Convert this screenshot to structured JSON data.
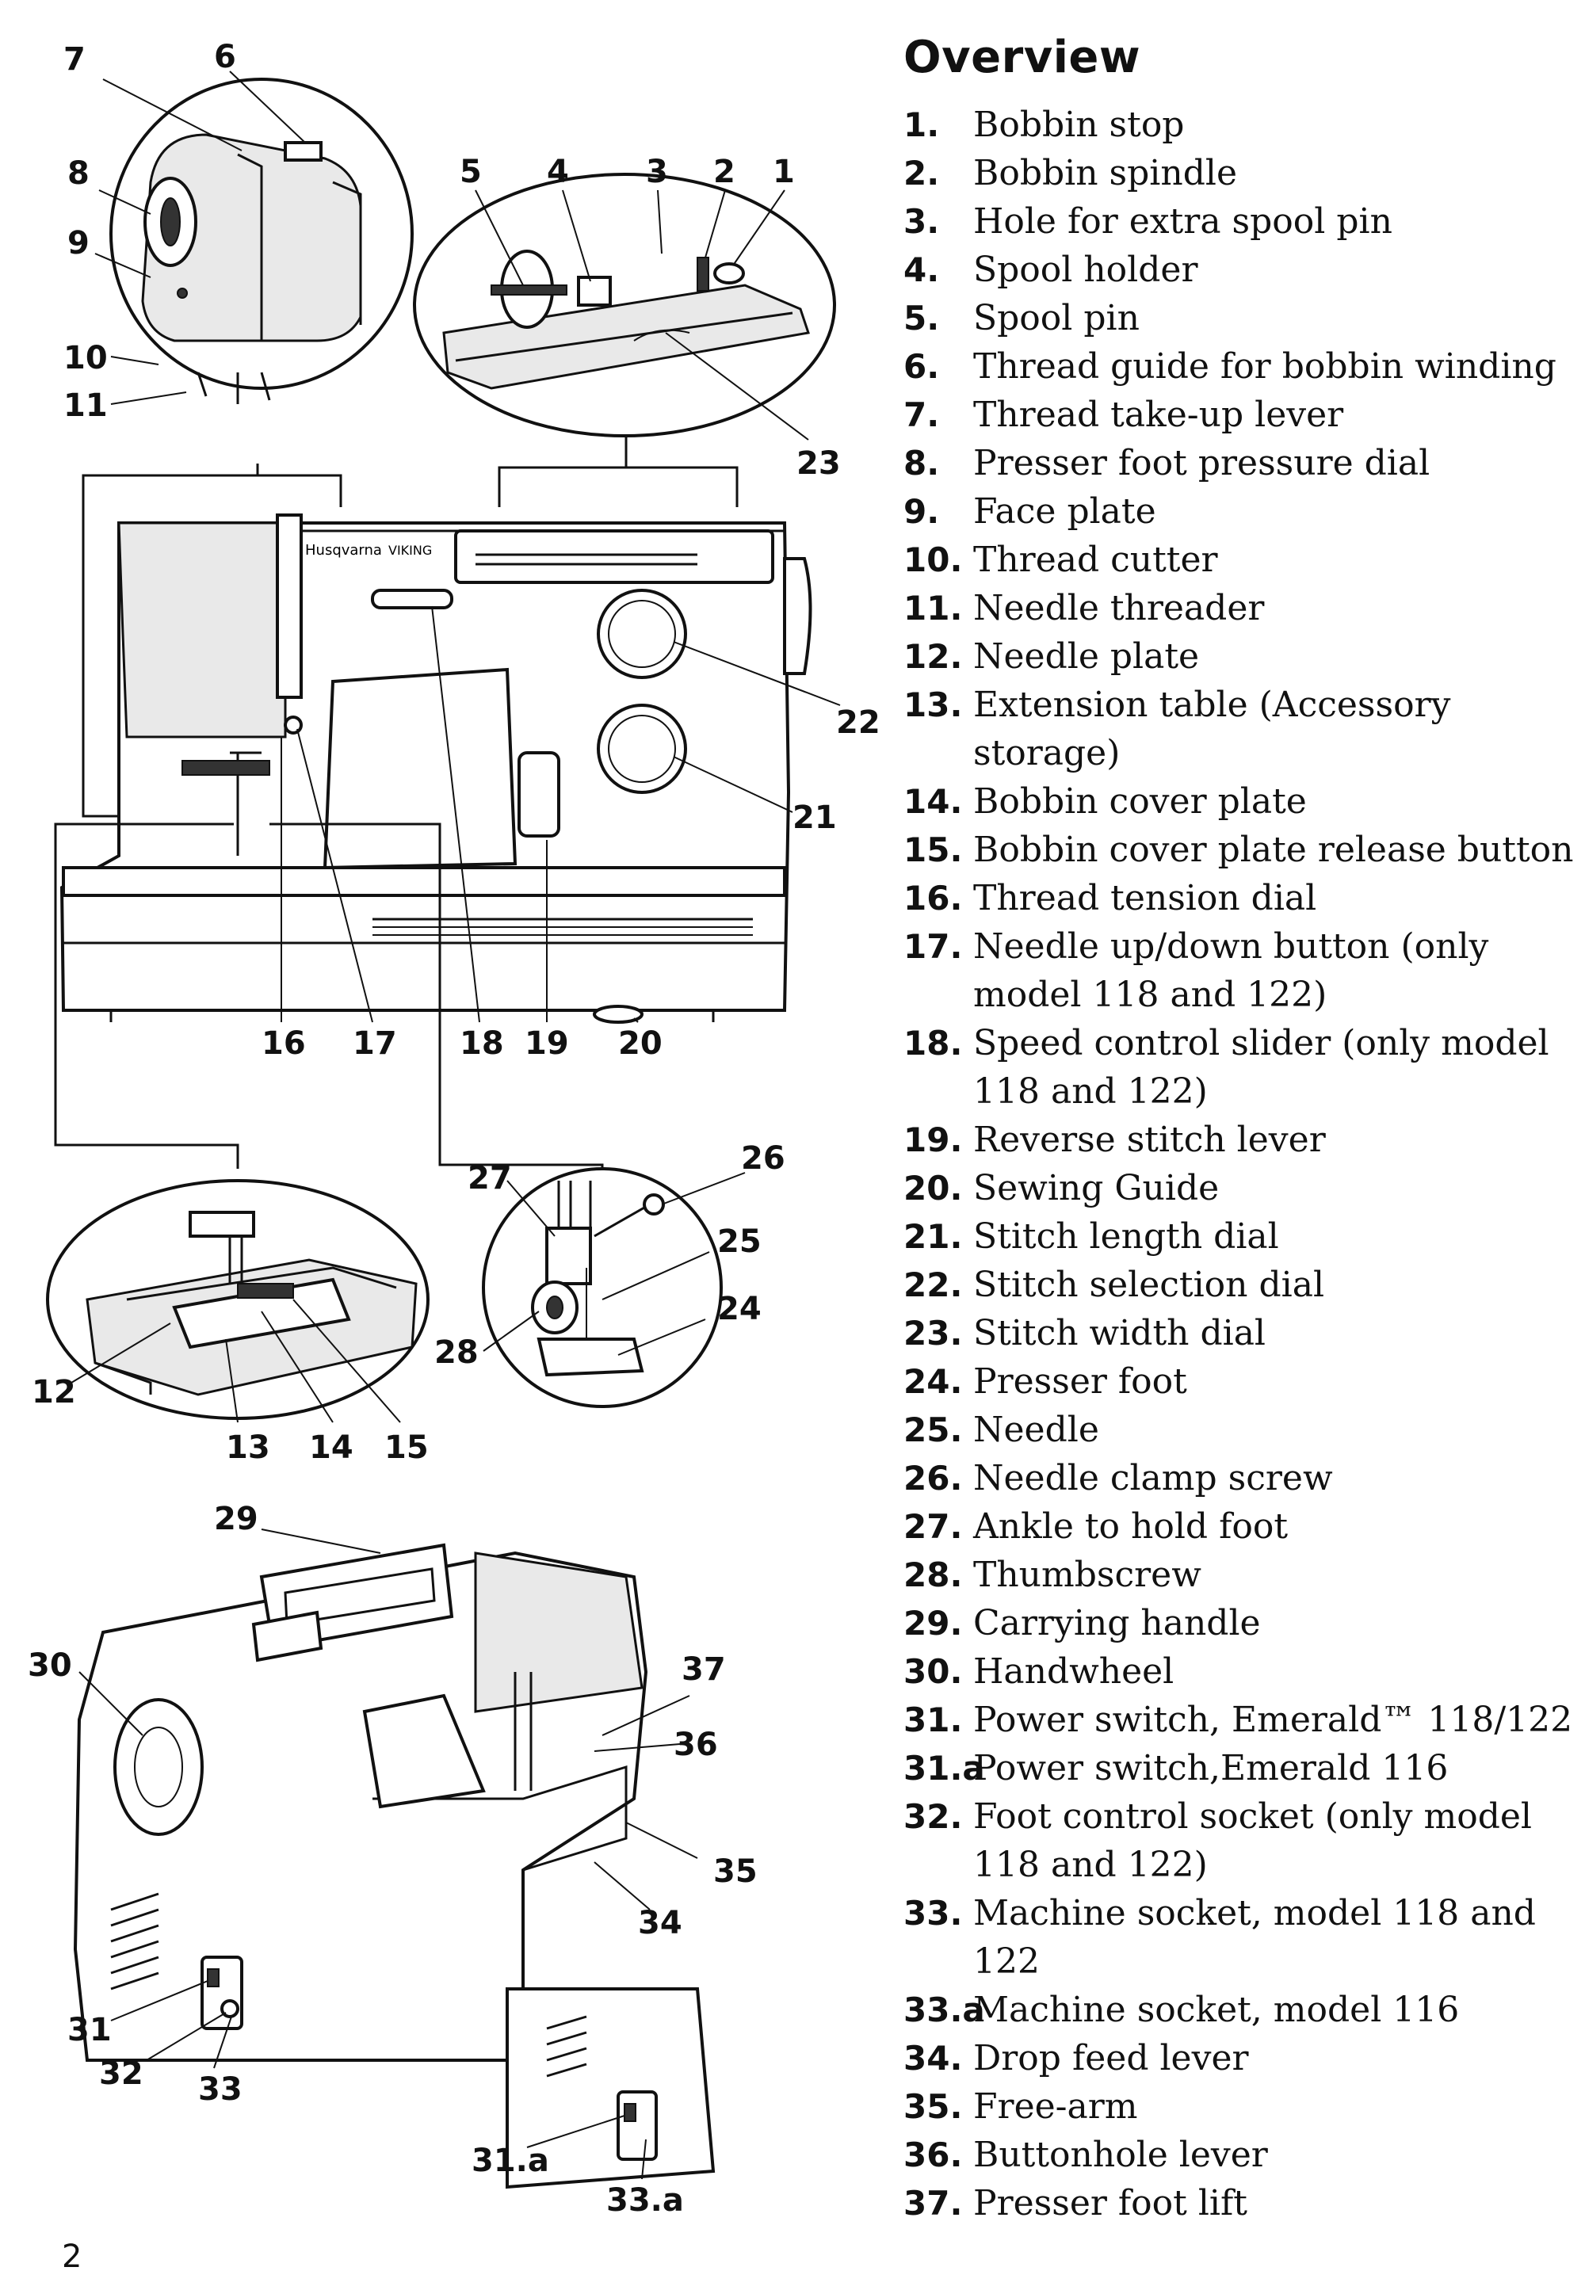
{
  "overview": {
    "heading": "Overview",
    "parts": [
      {
        "num": "1.",
        "label": "Bobbin stop"
      },
      {
        "num": "2.",
        "label": "Bobbin spindle"
      },
      {
        "num": "3.",
        "label": "Hole for extra spool pin"
      },
      {
        "num": "4.",
        "label": "Spool holder"
      },
      {
        "num": "5.",
        "label": "Spool pin"
      },
      {
        "num": "6.",
        "label": "Thread guide for bobbin winding"
      },
      {
        "num": "7.",
        "label": "Thread take-up lever"
      },
      {
        "num": "8.",
        "label": "Presser foot pressure dial"
      },
      {
        "num": "9.",
        "label": "Face plate"
      },
      {
        "num": "10.",
        "label": "Thread cutter"
      },
      {
        "num": "11.",
        "label": "Needle threader"
      },
      {
        "num": "12.",
        "label": "Needle plate"
      },
      {
        "num": "13.",
        "label": "Extension table (Accessory storage)"
      },
      {
        "num": "14.",
        "label": "Bobbin cover plate"
      },
      {
        "num": "15.",
        "label": "Bobbin cover plate release button"
      },
      {
        "num": "16.",
        "label": "Thread tension dial"
      },
      {
        "num": "17.",
        "label": "Needle up/down button (only model 118 and 122)"
      },
      {
        "num": "18.",
        "label": "Speed control slider (only model 118 and 122)"
      },
      {
        "num": "19.",
        "label": "Reverse stitch lever"
      },
      {
        "num": "20.",
        "label": "Sewing Guide"
      },
      {
        "num": "21.",
        "label": "Stitch length dial"
      },
      {
        "num": "22.",
        "label": "Stitch selection dial"
      },
      {
        "num": "23.",
        "label": "Stitch width dial"
      },
      {
        "num": "24.",
        "label": "Presser foot"
      },
      {
        "num": "25.",
        "label": "Needle"
      },
      {
        "num": "26.",
        "label": "Needle clamp screw"
      },
      {
        "num": "27.",
        "label": "Ankle to hold foot"
      },
      {
        "num": "28.",
        "label": "Thumbscrew"
      },
      {
        "num": "29.",
        "label": "Carrying handle"
      },
      {
        "num": "30.",
        "label": "Handwheel"
      },
      {
        "num": "31.",
        "label": "Power switch, Emerald™ 118/122"
      },
      {
        "num": "31.a",
        "label": "Power switch,Emerald 116"
      },
      {
        "num": "32.",
        "label": "Foot control socket (only model 118 and 122)"
      },
      {
        "num": "33.",
        "label": "Machine socket, model 118 and 122"
      },
      {
        "num": "33.a",
        "label": "Machine socket, model 116"
      },
      {
        "num": "34.",
        "label": "Drop feed lever"
      },
      {
        "num": "35.",
        "label": "Free-arm"
      },
      {
        "num": "36.",
        "label": "Buttonhole lever"
      },
      {
        "num": "37.",
        "label": "Presser foot lift"
      }
    ]
  },
  "illustration": {
    "brand_text": "Husqvarna",
    "brand_text_2": "VIKING",
    "callouts": {
      "c1": "1",
      "c2": "2",
      "c3": "3",
      "c4": "4",
      "c5": "5",
      "c6": "6",
      "c7": "7",
      "c8": "8",
      "c9": "9",
      "c10": "10",
      "c11": "11",
      "c12": "12",
      "c13": "13",
      "c14": "14",
      "c15": "15",
      "c16": "16",
      "c17": "17",
      "c18": "18",
      "c19": "19",
      "c20": "20",
      "c21": "21",
      "c22": "22",
      "c23": "23",
      "c24": "24",
      "c25": "25",
      "c26": "26",
      "c27": "27",
      "c28": "28",
      "c29": "29",
      "c30": "30",
      "c31": "31",
      "c31a": "31.a",
      "c32": "32",
      "c33": "33",
      "c33a": "33.a",
      "c34": "34",
      "c35": "35",
      "c36": "36",
      "c37": "37"
    }
  },
  "page_number": "2"
}
